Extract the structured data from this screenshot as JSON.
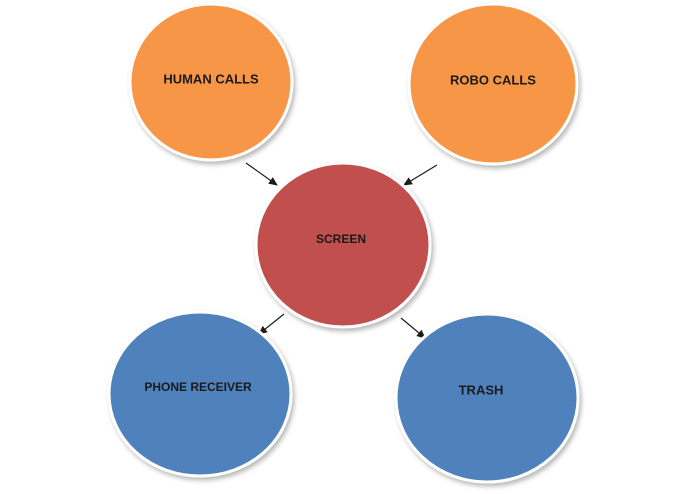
{
  "diagram": {
    "nodes": {
      "human_calls": "HUMAN CALLS",
      "robo_calls": "ROBO CALLS",
      "screen": "SCREEN",
      "phone_receiver": "PHONE RECEIVER",
      "trash": "TRASH"
    },
    "edges": [
      {
        "from": "HUMAN CALLS",
        "to": "SCREEN"
      },
      {
        "from": "ROBO CALLS",
        "to": "SCREEN"
      },
      {
        "from": "SCREEN",
        "to": "PHONE RECEIVER"
      },
      {
        "from": "SCREEN",
        "to": "TRASH"
      }
    ],
    "colors": {
      "orange": "#F79646",
      "red": "#C0504D",
      "blue": "#4F81BD"
    }
  }
}
